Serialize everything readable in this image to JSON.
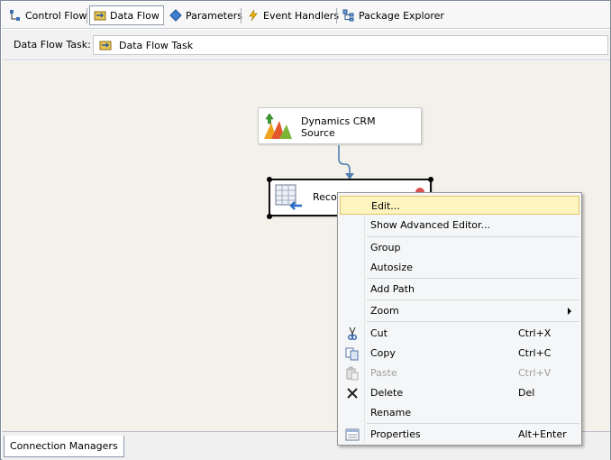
{
  "tabs": [
    {
      "label": "Control Flow",
      "icon": "control-flow-icon",
      "active": false
    },
    {
      "label": "Data Flow",
      "icon": "data-flow-icon",
      "active": true
    },
    {
      "label": "Parameters",
      "icon": "parameters-icon",
      "active": false
    },
    {
      "label": "Event Handlers",
      "icon": "event-handlers-icon",
      "active": false
    },
    {
      "label": "Package Explorer",
      "icon": "package-explorer-icon",
      "active": false
    }
  ],
  "task_bar": {
    "label": "Data Flow Task:",
    "selected_task": "Data Flow Task"
  },
  "canvas": {
    "source_component": {
      "line1": "Dynamics CRM",
      "line2": "Source"
    },
    "target_component": {
      "label_visible": "Record"
    }
  },
  "context_menu": {
    "items": [
      {
        "label": "Edit...",
        "shortcut": "",
        "highlighted": true,
        "disabled": false,
        "icon": ""
      },
      {
        "label": "Show Advanced Editor...",
        "shortcut": "",
        "highlighted": false,
        "disabled": false,
        "icon": ""
      },
      {
        "label": "Group",
        "shortcut": "",
        "highlighted": false,
        "disabled": false,
        "icon": ""
      },
      {
        "label": "Autosize",
        "shortcut": "",
        "highlighted": false,
        "disabled": false,
        "icon": ""
      },
      {
        "label": "Add Path",
        "shortcut": "",
        "highlighted": false,
        "disabled": false,
        "icon": ""
      },
      {
        "label": "Zoom",
        "shortcut": "",
        "highlighted": false,
        "disabled": false,
        "icon": "",
        "submenu": true
      },
      {
        "label": "Cut",
        "shortcut": "Ctrl+X",
        "highlighted": false,
        "disabled": false,
        "icon": "scissors-icon"
      },
      {
        "label": "Copy",
        "shortcut": "Ctrl+C",
        "highlighted": false,
        "disabled": false,
        "icon": "copy-icon"
      },
      {
        "label": "Paste",
        "shortcut": "Ctrl+V",
        "highlighted": false,
        "disabled": true,
        "icon": "paste-icon"
      },
      {
        "label": "Delete",
        "shortcut": "Del",
        "highlighted": false,
        "disabled": false,
        "icon": "delete-x-icon"
      },
      {
        "label": "Rename",
        "shortcut": "",
        "highlighted": false,
        "disabled": false,
        "icon": ""
      },
      {
        "label": "Properties",
        "shortcut": "Alt+Enter",
        "highlighted": false,
        "disabled": false,
        "icon": "properties-icon"
      }
    ]
  },
  "bottom": {
    "connection_managers_tab": "Connection Managers"
  },
  "colors": {
    "canvas_bg": "#f3f1ea",
    "menu_highlight": "#fdf4bf",
    "menu_highlight_border": "#e5c365",
    "connector": "#4f7fb3"
  }
}
